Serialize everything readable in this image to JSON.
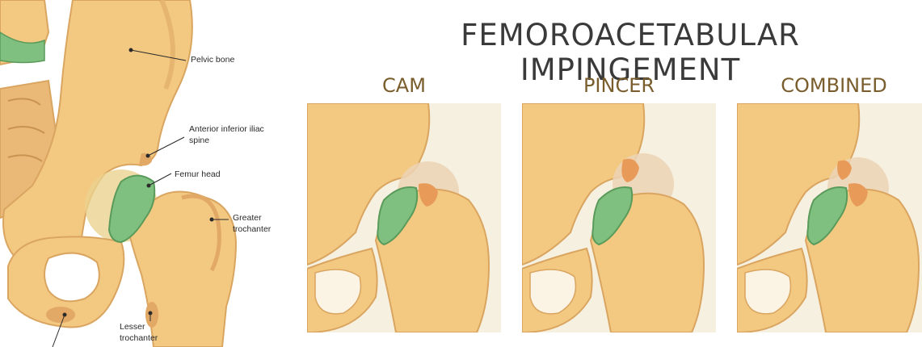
{
  "title": "FEMOROACETABULAR  IMPINGEMENT",
  "panels": [
    {
      "label": "CAM",
      "type": "cam"
    },
    {
      "label": "PINCER",
      "type": "pincer"
    },
    {
      "label": "COMBINED",
      "type": "combined"
    }
  ],
  "anatomy_labels": {
    "pelvic_bone": "Pelvic bone",
    "anterior_inferior_iliac_spine": "Anterior inferior iliac spine",
    "femur_head": "Femur head",
    "greater_trochanter": "Greater trochanter",
    "lesser_trochanter": "Lesser trochanter"
  },
  "colors": {
    "bone": "#f3c982",
    "bone_shadow": "#d9a560",
    "cartilage": "#7fbf7f",
    "impingement": "#e89a58",
    "label_brown": "#7a5d2c",
    "panel_bg": "#f6f0e0"
  }
}
